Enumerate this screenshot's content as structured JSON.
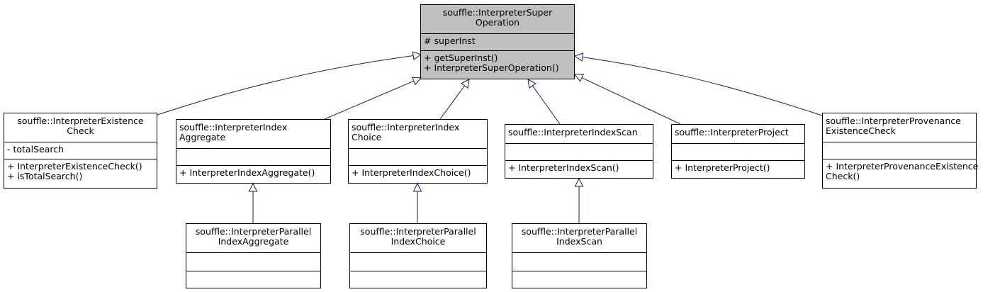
{
  "classes": {
    "super": {
      "title": [
        "souffle::InterpreterSuper",
        "Operation"
      ],
      "attributes": [
        "# superInst"
      ],
      "methods": [
        "+ getSuperInst()",
        "+ InterpreterSuperOperation()"
      ]
    },
    "existence": {
      "title": [
        "souffle::InterpreterExistence",
        "Check"
      ],
      "attributes": [
        "- totalSearch"
      ],
      "methods": [
        "+ InterpreterExistenceCheck()",
        "+ isTotalSearch()"
      ]
    },
    "index_aggregate": {
      "title": [
        "souffle::InterpreterIndex",
        "Aggregate"
      ],
      "attributes": [],
      "methods": [
        "+ InterpreterIndexAggregate()"
      ]
    },
    "index_choice": {
      "title": [
        "souffle::InterpreterIndex",
        "Choice"
      ],
      "attributes": [],
      "methods": [
        "+ InterpreterIndexChoice()"
      ]
    },
    "index_scan": {
      "title": [
        "souffle::InterpreterIndexScan"
      ],
      "attributes": [],
      "methods": [
        "+ InterpreterIndexScan()"
      ]
    },
    "project": {
      "title": [
        "souffle::InterpreterProject"
      ],
      "attributes": [],
      "methods": [
        "+ InterpreterProject()"
      ]
    },
    "provenance": {
      "title": [
        "souffle::InterpreterProvenance",
        "ExistenceCheck"
      ],
      "attributes": [],
      "methods": [
        "+ InterpreterProvenanceExistence",
        "Check()"
      ]
    },
    "parallel_aggregate": {
      "title": [
        "souffle::InterpreterParallel",
        "IndexAggregate"
      ],
      "attributes": [],
      "methods": []
    },
    "parallel_choice": {
      "title": [
        "souffle::InterpreterParallel",
        "IndexChoice"
      ],
      "attributes": [],
      "methods": []
    },
    "parallel_scan": {
      "title": [
        "souffle::InterpreterParallel",
        "IndexScan"
      ],
      "attributes": [],
      "methods": []
    }
  },
  "inheritance": [
    {
      "child": "existence",
      "parent": "super"
    },
    {
      "child": "index_aggregate",
      "parent": "super"
    },
    {
      "child": "index_choice",
      "parent": "super"
    },
    {
      "child": "index_scan",
      "parent": "super"
    },
    {
      "child": "project",
      "parent": "super"
    },
    {
      "child": "provenance",
      "parent": "super"
    },
    {
      "child": "parallel_aggregate",
      "parent": "index_aggregate"
    },
    {
      "child": "parallel_choice",
      "parent": "index_choice"
    },
    {
      "child": "parallel_scan",
      "parent": "index_scan"
    }
  ],
  "colors": {
    "edge": "#191970",
    "base_fill": "#bfbfbf",
    "node_fill": "#ffffff",
    "border": "#000000"
  }
}
